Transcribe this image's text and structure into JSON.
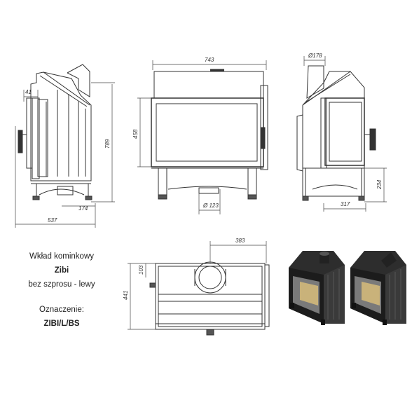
{
  "dimensions": {
    "side_depth_total": "537",
    "side_offset_top": "41",
    "side_offset_bottom": "174",
    "height_total": "789",
    "front_width": "743",
    "door_height": "458",
    "bottom_flue": "Ø 123",
    "top_flue": "Ø178",
    "right_height": "234",
    "right_depth": "317",
    "top_view_offset": "383",
    "top_view_small": "103",
    "top_view_depth": "441"
  },
  "product": {
    "line1": "Wkład kominkowy",
    "name": "Zibi",
    "variant": "bez szprosu - lewy",
    "code_label": "Oznaczenie:",
    "code": "ZIBI/L/BS"
  },
  "colors": {
    "line": "#333333",
    "body_dark": "#2a2a2a",
    "glass": "#c9b27a"
  }
}
